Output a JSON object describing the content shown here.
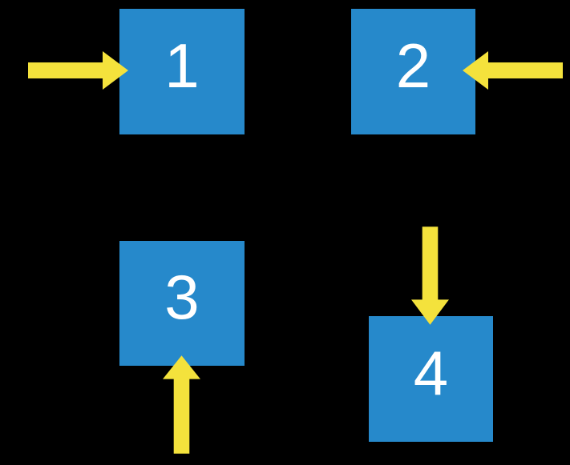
{
  "colors": {
    "background": "#000000",
    "box-fill": "#2689CB",
    "arrow-fill": "#F4E23C",
    "number-color": "#FFFFFF"
  },
  "boxes": [
    {
      "label": "1"
    },
    {
      "label": "2"
    },
    {
      "label": "3"
    },
    {
      "label": "4"
    }
  ],
  "arrows": [
    {
      "icon": "arrow-right-icon",
      "direction": "right",
      "target_box": "1",
      "enters_from": "left"
    },
    {
      "icon": "arrow-left-icon",
      "direction": "left",
      "target_box": "2",
      "enters_from": "right"
    },
    {
      "icon": "arrow-up-icon",
      "direction": "up",
      "target_box": "3",
      "enters_from": "bottom"
    },
    {
      "icon": "arrow-down-icon",
      "direction": "down",
      "target_box": "4",
      "enters_from": "top"
    }
  ]
}
